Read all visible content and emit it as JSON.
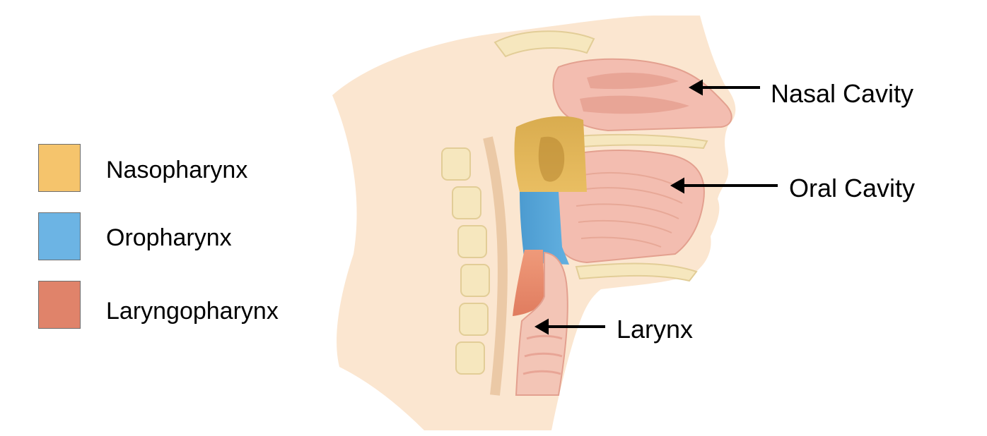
{
  "legend": {
    "items": [
      {
        "label": "Nasopharynx",
        "color": "#F5C46C"
      },
      {
        "label": "Oropharynx",
        "color": "#6CB4E4"
      },
      {
        "label": "Laryngopharynx",
        "color": "#E0836A"
      }
    ]
  },
  "callouts": {
    "nasal_cavity": "Nasal Cavity",
    "oral_cavity": "Oral Cavity",
    "larynx": "Larynx"
  },
  "colors": {
    "skin": "#FBE6D0",
    "tissue": "#F3BDB0",
    "bone": "#F6E7BE"
  }
}
